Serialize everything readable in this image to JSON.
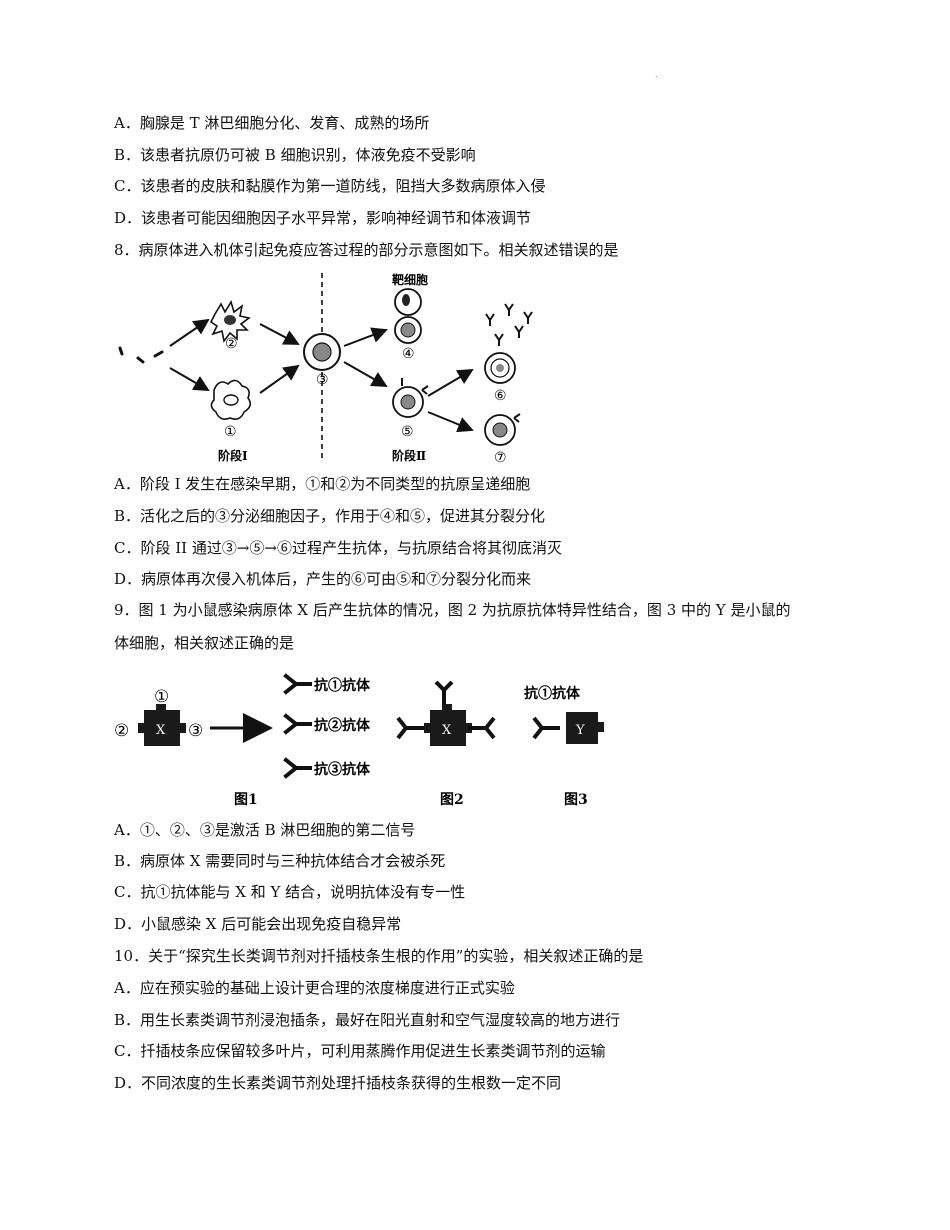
{
  "header_mark": ".",
  "q7": {
    "options": [
      "A．胸腺是 T 淋巴细胞分化、发育、成熟的场所",
      "B．该患者抗原仍可被 B 细胞识别，体液免疫不受影响",
      "C．该患者的皮肤和黏膜作为第一道防线，阻挡大多数病原体入侵",
      "D．该患者可能因细胞因子水平异常，影响神经调节和体液调节"
    ]
  },
  "q8": {
    "stem": "8．病原体进入机体引起免疫应答过程的部分示意图如下。相关叙述错误的是",
    "figure": {
      "target_label": "靶细胞",
      "n1": "①",
      "n2": "②",
      "n3": "③",
      "n4": "④",
      "n5": "⑤",
      "n6": "⑥",
      "n7": "⑦",
      "stage1": "阶段Ⅰ",
      "stage2": "阶段Ⅱ"
    },
    "options": [
      "A．阶段 I 发生在感染早期，①和②为不同类型的抗原呈递细胞",
      "B．活化之后的③分泌细胞因子，作用于④和⑤，促进其分裂分化",
      "C．阶段 II 通过③→⑤→⑥过程产生抗体，与抗原结合将其彻底消灭",
      "D．病原体再次侵入机体后，产生的⑥可由⑤和⑦分裂分化而来"
    ]
  },
  "q9": {
    "stem_line1": "9．图 1 为小鼠感染病原体 X 后产生抗体的情况，图 2 为抗原抗体特异性结合，图 3 中的 Y 是小鼠的",
    "stem_line2": "体细胞，相关叙述正确的是",
    "figure": {
      "x_label": "X",
      "y_label": "Y",
      "c1": "①",
      "c2": "②",
      "c3": "③",
      "ab1": "抗①抗体",
      "ab2": "抗②抗体",
      "ab3": "抗③抗体",
      "fig3_label": "抗①抗体",
      "cap1": "图1",
      "cap2": "图2",
      "cap3": "图3"
    },
    "options": [
      "A．①、②、③是激活 B 淋巴细胞的第二信号",
      "B．病原体 X 需要同时与三种抗体结合才会被杀死",
      "C．抗①抗体能与 X 和 Y 结合，说明抗体没有专一性",
      "D．小鼠感染 X 后可能会出现免疫自稳异常"
    ]
  },
  "q10": {
    "stem": "10．关于“探究生长类调节剂对扦插枝条生根的作用”的实验，相关叙述正确的是",
    "options": [
      "A．应在预实验的基础上设计更合理的浓度梯度进行正式实验",
      "B．用生长素类调节剂浸泡插条，最好在阳光直射和空气湿度较高的地方进行",
      "C．扦插枝条应保留较多叶片，可利用蒸腾作用促进生长素类调节剂的运输",
      "D．不同浓度的生长素类调节剂处理扦插枝条获得的生根数一定不同"
    ]
  }
}
